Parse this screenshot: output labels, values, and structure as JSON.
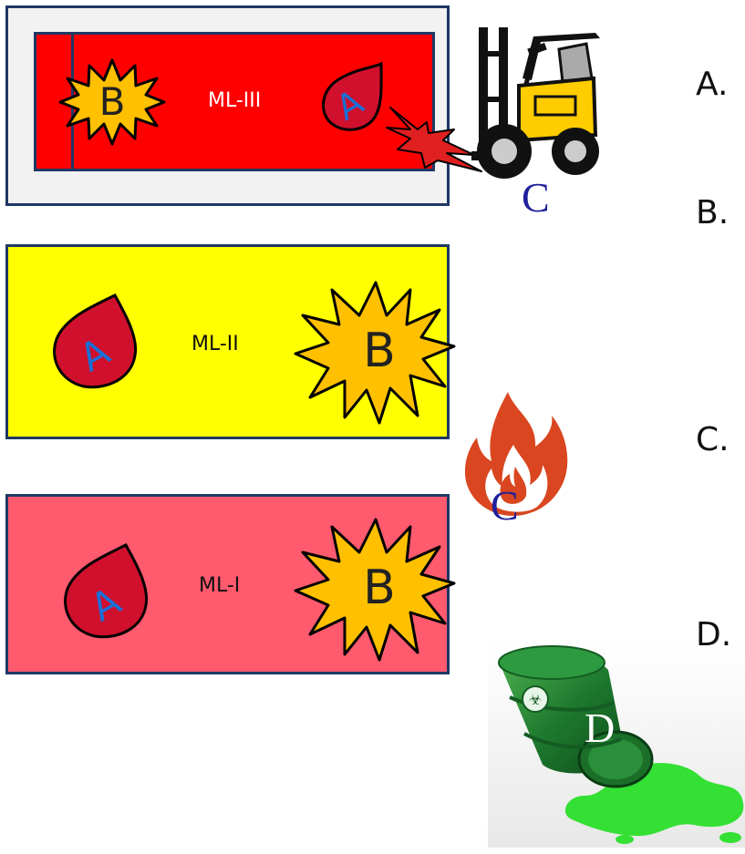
{
  "panels": {
    "ml3": {
      "label": "ML-III",
      "hazard_a": "A",
      "hazard_b": "B",
      "outer_color": "#f2f2f2",
      "fill_color": "#ff0000"
    },
    "ml2": {
      "label": "ML-II",
      "hazard_a": "A",
      "hazard_b": "B",
      "fill_color": "#ffff00"
    },
    "ml1": {
      "label": "ML-I",
      "hazard_a": "A",
      "hazard_b": "B",
      "fill_color": "#ff5a6e"
    }
  },
  "hazards": {
    "forklift_letter": "C",
    "fire_letter": "C",
    "barrel_letter": "D"
  },
  "legend": [
    "A.",
    "B.",
    "C.",
    "D."
  ],
  "colors": {
    "border": "#1f3864",
    "drop_fill": "#d0102c",
    "drop_letter": "#1a6fd6",
    "burst_fill": "#ffc000",
    "letter_c": "#1f1f9c"
  }
}
